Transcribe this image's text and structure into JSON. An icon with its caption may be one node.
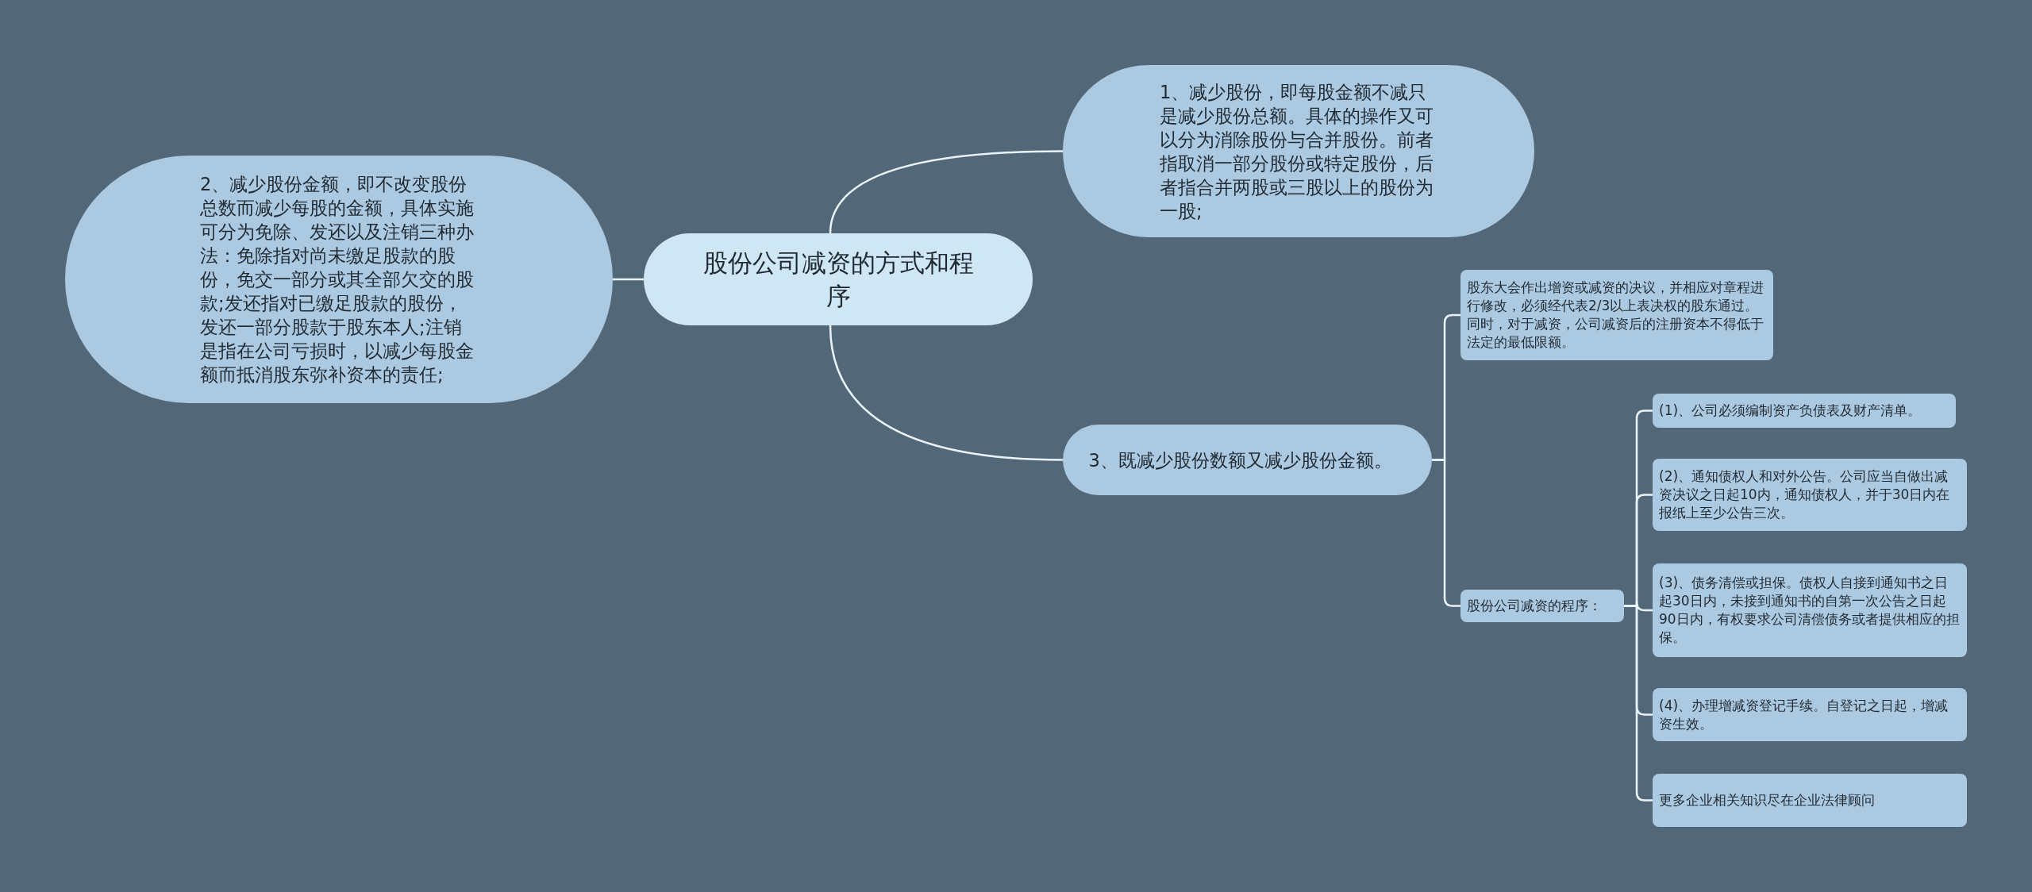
{
  "diagram": {
    "nodes": [
      {
        "text": [
          "股份公司减资的方式和程序"
        ]
      },
      {
        "text": [
          "1、减少股份，即每股金额不减只是减少股份总额。具体的操作又可以分为消除股份与合并股份。前者指取消一部分股份或特定股份，后者指合并两股或三股以上的股份为一股;"
        ]
      },
      {
        "text": [
          "2、减少股份金额，即不改变股份总数而减少每股的金额，具体实施可分为免除、发还以及注销三种办法：免除指对尚未缴足股款的股份，免交一部分或其全部欠交的股款;发还指对已缴足股款的股份，发还一部分股款于股东本人;注销是指在公司亏损时，以减少每股金额而抵消股东弥补资本的责任;"
        ]
      },
      {
        "text": [
          "3、既减少股份数额又减少股份金额。"
        ]
      },
      {
        "text": [
          "股东大会作出增资或减资的决议，并相应对章程进行修改，必须经代表2/3以上表决权的股东通过。同时，对于减资，公司减资后的注册资本不得低于法定的最低限额。"
        ]
      },
      {
        "text": [
          "股份公司减资的程序："
        ]
      },
      {
        "text": [
          "(1)、公司必须编制资产负债表及财产清单。"
        ]
      },
      {
        "text": [
          "(2)、通知债权人和对外公告。公司应当自做出减资决议之日起10内，通知债权人，并于30日内在报纸上至少公告三次。"
        ]
      },
      {
        "text": [
          "(3)、债务清偿或担保。债权人自接到通知书之日起30日内，未接到通知书的自第一次公告之日起90日内，有权要求公司清偿债务或者提供相应的担保。"
        ]
      },
      {
        "text": [
          "(4)、办理增减资登记手续。自登记之日起，增减资生效。"
        ]
      },
      {
        "text": [
          "更多企业相关知识尽在企业法律顾问"
        ]
      }
    ],
    "edges": [
      {
        "from": 0,
        "to": 1,
        "arrow": "none"
      },
      {
        "from": 0,
        "to": 2,
        "arrow": "none"
      },
      {
        "from": 0,
        "to": 3,
        "arrow": "none"
      },
      {
        "from": 3,
        "to": 4,
        "arrow": "none"
      },
      {
        "from": 3,
        "to": 5,
        "arrow": "none"
      },
      {
        "from": 5,
        "to": 6,
        "arrow": "none"
      },
      {
        "from": 5,
        "to": 7,
        "arrow": "none"
      },
      {
        "from": 5,
        "to": 8,
        "arrow": "none"
      },
      {
        "from": 5,
        "to": 9,
        "arrow": "none"
      },
      {
        "from": 5,
        "to": 10,
        "arrow": "none"
      }
    ]
  }
}
